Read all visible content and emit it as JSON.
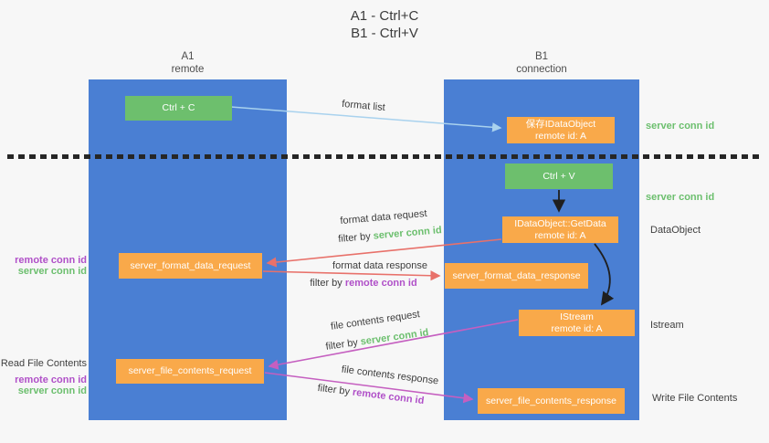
{
  "palette": {
    "background": "#f7f7f7",
    "column_blue": "#4a7fd3",
    "box_green": "#6dbf6d",
    "box_orange": "#f9a94a",
    "arrow_light_blue": "#a9d2ee",
    "arrow_red": "#e8716a",
    "arrow_magenta": "#c55fc0",
    "arrow_black": "#1f1f1f",
    "label_green": "#6cbf6e",
    "label_purple": "#b050c8",
    "text_dark": "#3d3d3d"
  },
  "title": {
    "line1": "A1 - Ctrl+C",
    "line2": "B1 - Ctrl+V"
  },
  "columns": {
    "left": {
      "id": "A1",
      "name": "remote"
    },
    "right": {
      "id": "B1",
      "name": "connection"
    }
  },
  "boxes": {
    "ctrl_c": {
      "label": "Ctrl + C"
    },
    "save_idataobject": {
      "line1": "保存IDataObject",
      "line2": "remote id: A"
    },
    "ctrl_v": {
      "label": "Ctrl + V"
    },
    "getdata": {
      "line1": "IDataObject::GetData",
      "line2": "remote id: A"
    },
    "format_request": {
      "label": "server_format_data_request"
    },
    "format_response": {
      "label": "server_format_data_response"
    },
    "istream": {
      "line1": "IStream",
      "line2": "remote id: A"
    },
    "file_request": {
      "label": "server_file_contents_request"
    },
    "file_response": {
      "label": "server_file_contents_response"
    }
  },
  "arrow_labels": {
    "format_list": "format list",
    "format_data_request": "format data request",
    "format_data_response": "format data response",
    "file_contents_request": "file contents request",
    "file_contents_response": "file contents response",
    "filter_by": "filter by ",
    "server_conn_id": "server conn id",
    "remote_conn_id": "remote conn id"
  },
  "side_labels": {
    "right": [
      {
        "text": "server conn id"
      },
      {
        "text": "server conn id"
      },
      {
        "text": "DataObject"
      },
      {
        "text": "Istream"
      },
      {
        "text": "Write File Contents"
      }
    ],
    "left": [
      {
        "text": "remote conn id"
      },
      {
        "text": "server conn id"
      },
      {
        "text": "Read File Contents"
      },
      {
        "text": "remote conn id"
      },
      {
        "text": "server conn id"
      }
    ]
  }
}
